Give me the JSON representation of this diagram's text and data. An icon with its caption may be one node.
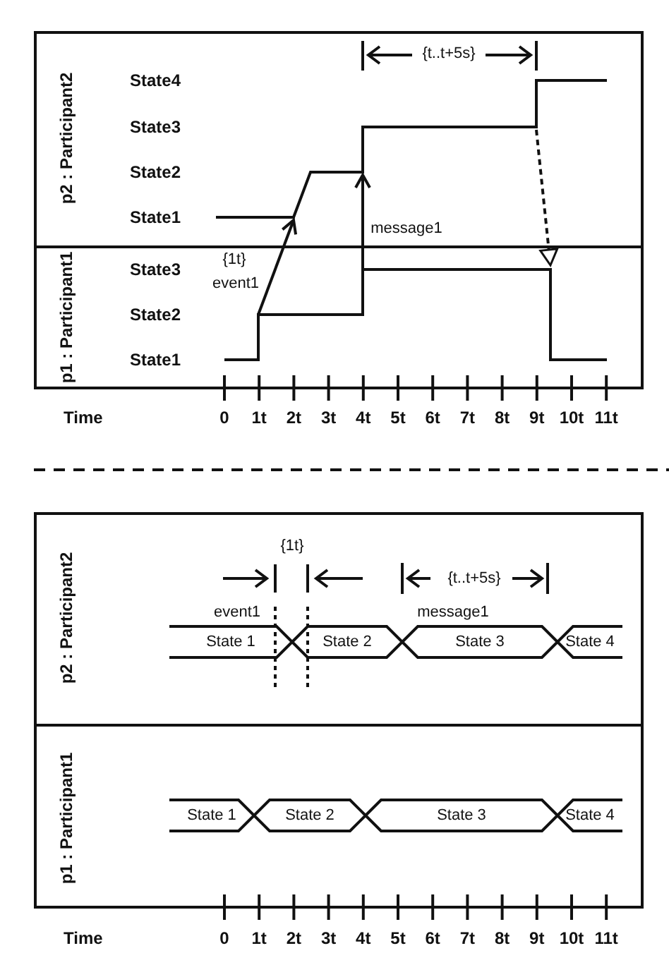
{
  "diagram": {
    "nodes": [
      {
        "text": [
          "p2 : Participant2"
        ]
      },
      {
        "text": [
          "p1 : Participant1"
        ]
      },
      {
        "text": [
          "p2 : Participant2"
        ]
      },
      {
        "text": [
          "State 1"
        ],
        "in": 2
      },
      {
        "text": [
          "State 2"
        ],
        "in": 2
      },
      {
        "text": [
          "State 3"
        ],
        "in": 2
      },
      {
        "text": [
          "State 4"
        ],
        "in": 2
      },
      {
        "text": [
          "p1 : Participant1"
        ]
      },
      {
        "text": [
          "State 1"
        ],
        "in": 7
      },
      {
        "text": [
          "State 2"
        ],
        "in": 7
      },
      {
        "text": [
          "State 3"
        ],
        "in": 7
      },
      {
        "text": [
          "State 4"
        ],
        "in": 7
      }
    ],
    "edges": [
      {
        "from": 1,
        "to": 0,
        "arrow": "to",
        "label": "event1"
      },
      {
        "from": 1,
        "to": 0,
        "arrow": "to",
        "label": "message1"
      },
      {
        "from": 0,
        "to": 1,
        "arrow": "to",
        "style": "dashed"
      }
    ],
    "labels": [
      "{t..t+5s}",
      "State4",
      "State3",
      "State2",
      "State1",
      "State3",
      "State2",
      "State1",
      "{1t}",
      "Time",
      "0",
      "1t",
      "2t",
      "3t",
      "4t",
      "5t",
      "6t",
      "7t",
      "8t",
      "9t",
      "10t",
      "11t",
      "{1t}",
      "{t..t+5s}",
      "event1",
      "message1",
      "Time",
      "0",
      "1t",
      "2t",
      "3t",
      "4t",
      "5t",
      "6t",
      "7t",
      "8t",
      "9t",
      "10t",
      "11t"
    ]
  }
}
